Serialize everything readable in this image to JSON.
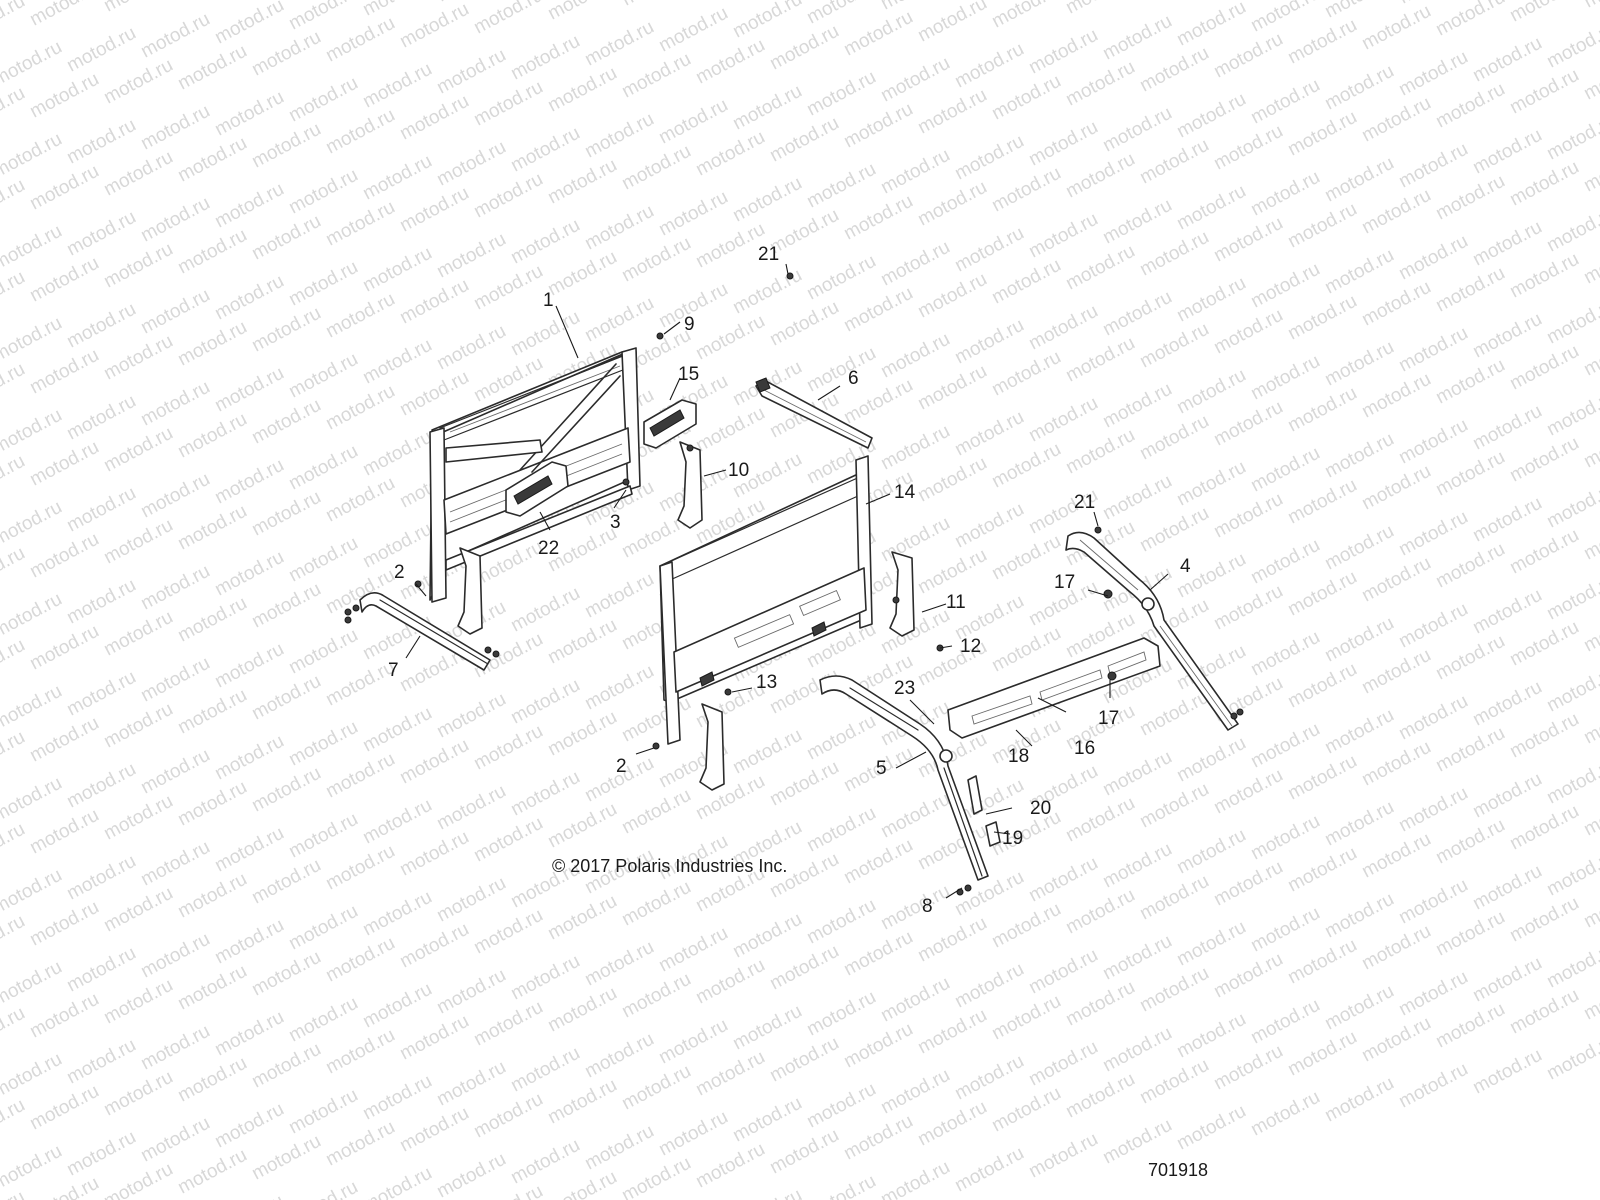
{
  "watermark": {
    "text": "motod.ru",
    "color": "#d8d8d8"
  },
  "copyright": "© 2017 Polaris Industries Inc.",
  "document_number": "701918",
  "callouts": [
    "1",
    "2",
    "2",
    "3",
    "4",
    "5",
    "6",
    "7",
    "8",
    "9",
    "10",
    "11",
    "12",
    "13",
    "14",
    "15",
    "16",
    "17",
    "17",
    "18",
    "19",
    "20",
    "21",
    "21",
    "22",
    "23"
  ],
  "colors": {
    "line": "#2b2b2b",
    "background": "#ffffff"
  }
}
